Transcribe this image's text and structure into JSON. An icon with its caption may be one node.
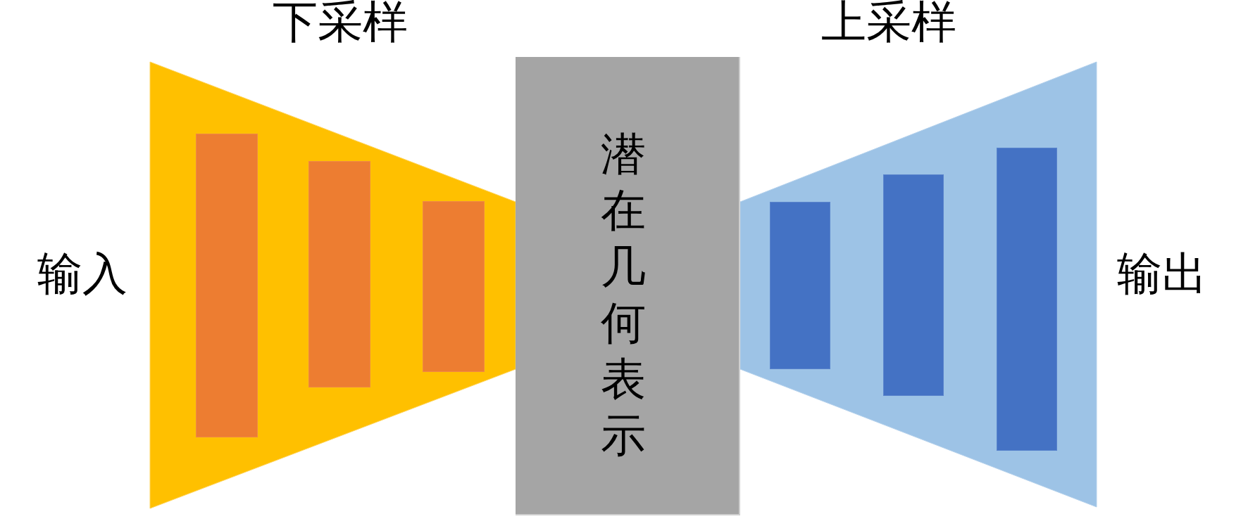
{
  "diagram": {
    "nodes": [
      {
        "text": [
          "下采样"
        ]
      },
      {
        "text": [],
        "shape": "bar",
        "in": 0
      },
      {
        "text": [],
        "shape": "bar",
        "in": 0
      },
      {
        "text": [],
        "shape": "bar",
        "in": 0
      },
      {
        "text": [
          "潜在几何表示"
        ]
      },
      {
        "text": [
          "上采样"
        ]
      },
      {
        "text": [],
        "shape": "bar",
        "in": 5
      },
      {
        "text": [],
        "shape": "bar",
        "in": 5
      },
      {
        "text": [],
        "shape": "bar",
        "in": 5
      }
    ],
    "labels": [
      "输入",
      "输出"
    ]
  }
}
